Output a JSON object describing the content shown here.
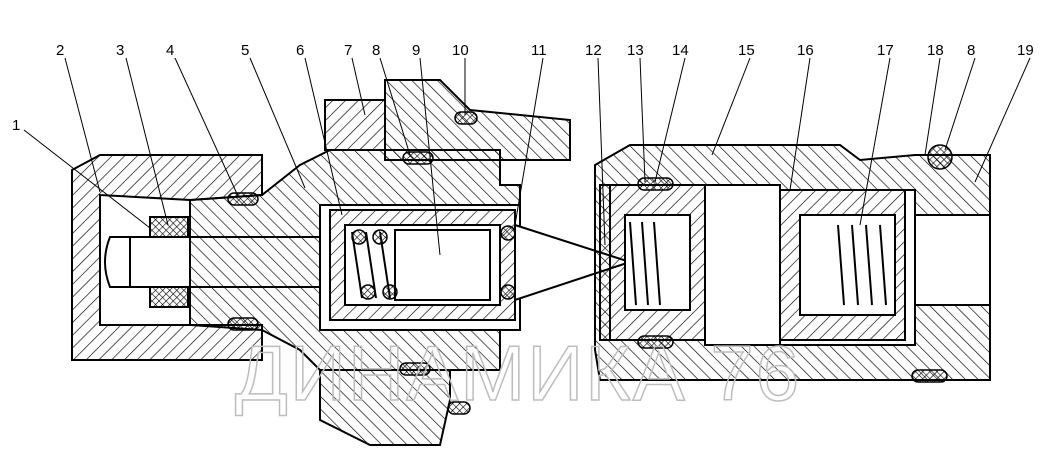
{
  "title": "Valve assembly cross-section",
  "watermark": "ДИНАМИКА 76",
  "callouts": [
    "1",
    "2",
    "3",
    "4",
    "5",
    "6",
    "7",
    "8",
    "9",
    "10",
    "11",
    "12",
    "13",
    "14",
    "15",
    "16",
    "17",
    "18",
    "8",
    "19"
  ]
}
